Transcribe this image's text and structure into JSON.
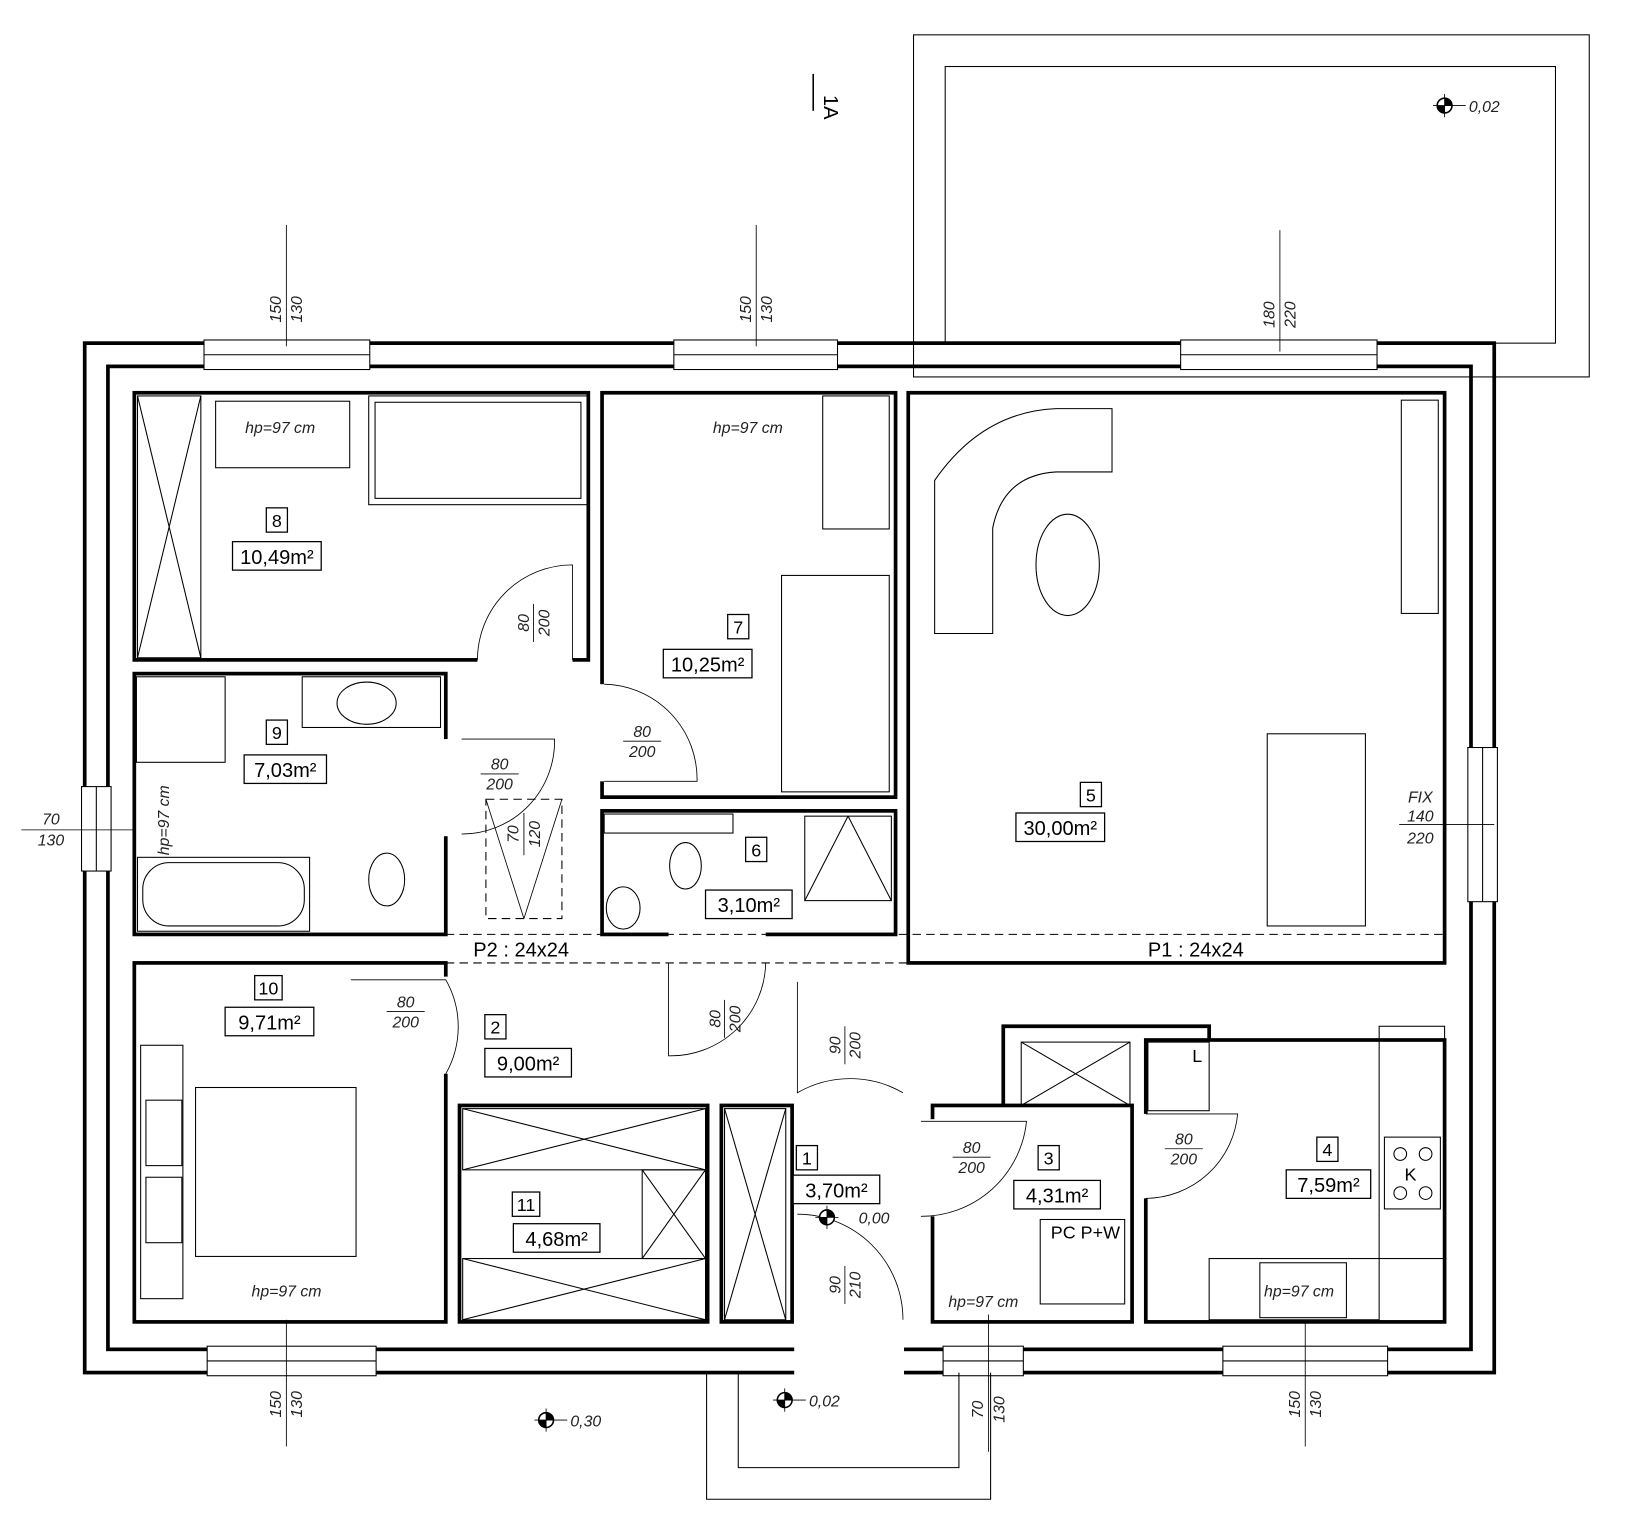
{
  "section_mark": "1A",
  "rooms": [
    {
      "number": "8",
      "area": "10,49m²"
    },
    {
      "number": "7",
      "area": "10,25m²"
    },
    {
      "number": "5",
      "area": "30,00m²"
    },
    {
      "number": "9",
      "area": "7,03m²"
    },
    {
      "number": "6",
      "area": "3,10m²"
    },
    {
      "number": "10",
      "area": "9,71m²"
    },
    {
      "number": "2",
      "area": "9,00m²"
    },
    {
      "number": "11",
      "area": "4,68m²"
    },
    {
      "number": "1",
      "area": "3,70m²"
    },
    {
      "number": "3",
      "area": "4,31m²"
    },
    {
      "number": "4",
      "area": "7,59m²"
    }
  ],
  "doors": [
    {
      "w": "80",
      "h": "200"
    },
    {
      "w": "80",
      "h": "200"
    },
    {
      "w": "80",
      "h": "200"
    },
    {
      "w": "80",
      "h": "200"
    },
    {
      "w": "80",
      "h": "200"
    },
    {
      "w": "90",
      "h": "200"
    },
    {
      "w": "80",
      "h": "200"
    },
    {
      "w": "80",
      "h": "200"
    },
    {
      "w": "90",
      "h": "210"
    }
  ],
  "windows": [
    {
      "w": "150",
      "h": "130"
    },
    {
      "w": "150",
      "h": "130"
    },
    {
      "w": "180",
      "h": "220"
    },
    {
      "w": "70",
      "h": "130"
    },
    {
      "w": "150",
      "h": "130"
    },
    {
      "w": "70",
      "h": "130"
    },
    {
      "w": "150",
      "h": "130"
    }
  ],
  "fix_window": {
    "label": "FIX",
    "w": "140",
    "h": "220"
  },
  "sill_height": "hp=97 cm",
  "attic_hatch": {
    "w": "70",
    "h": "120"
  },
  "tiles": [
    "P2 : 24x24",
    "P1 : 24x24"
  ],
  "elevations": [
    "0,02",
    "0,00",
    "0,02",
    "0,30"
  ],
  "fixtures": {
    "boiler": "PC P+W",
    "fridge": "L",
    "cooktop": "K"
  }
}
